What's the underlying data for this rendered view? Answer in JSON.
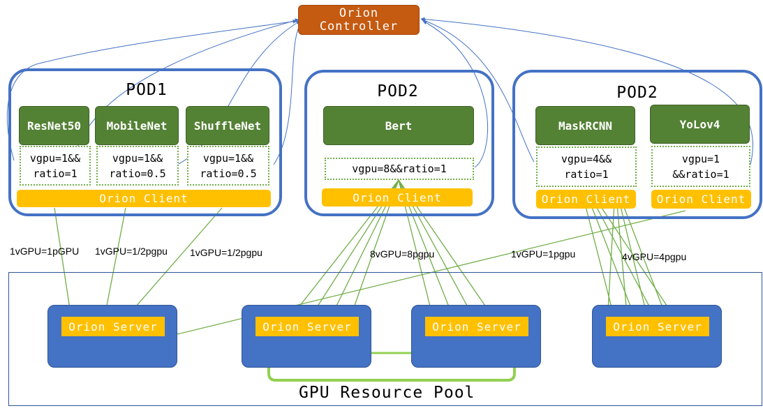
{
  "controller": {
    "line1": "Orion",
    "line2": "Controller"
  },
  "pods": [
    {
      "title": "POD1",
      "models": [
        "ResNet50",
        "MobileNet",
        "ShuffleNet"
      ],
      "configs": [
        "vgpu=1&&\nratio=1",
        "vgpu=1&&\nratio=0.5",
        "vgpu=1&&\nratio=0.5"
      ],
      "client": "Orion Client"
    },
    {
      "title": "POD2",
      "models": [
        "Bert"
      ],
      "configs": [
        "vgpu=8&&ratio=1"
      ],
      "client": "Orion Client"
    },
    {
      "title": "POD2",
      "models": [
        "MaskRCNN",
        "YoLov4"
      ],
      "configs": [
        "vgpu=4&&\nratio=1",
        "vgpu=1\n&&ratio=1"
      ],
      "clients": [
        "Orion Client",
        "Orion Client"
      ]
    }
  ],
  "mappings": [
    "1vGPU=1pGPU",
    "1vGPU=1/2pgpu",
    "1vGPU=1/2pgpu",
    "8vGPU=8pgpu",
    "1vGPU=1pgpu",
    "4vGPU=4pgpu"
  ],
  "pool": {
    "title": "GPU Resource Pool",
    "servers": [
      "Orion Server",
      "Orion Server",
      "Orion Server",
      "Orion Server"
    ]
  },
  "colors": {
    "controller": "#c55a11",
    "pod_border": "#4472c4",
    "model": "#548235",
    "client": "#ffc000",
    "server": "#4472c4",
    "gpu": "#ffc000",
    "link": "#70ad47"
  }
}
